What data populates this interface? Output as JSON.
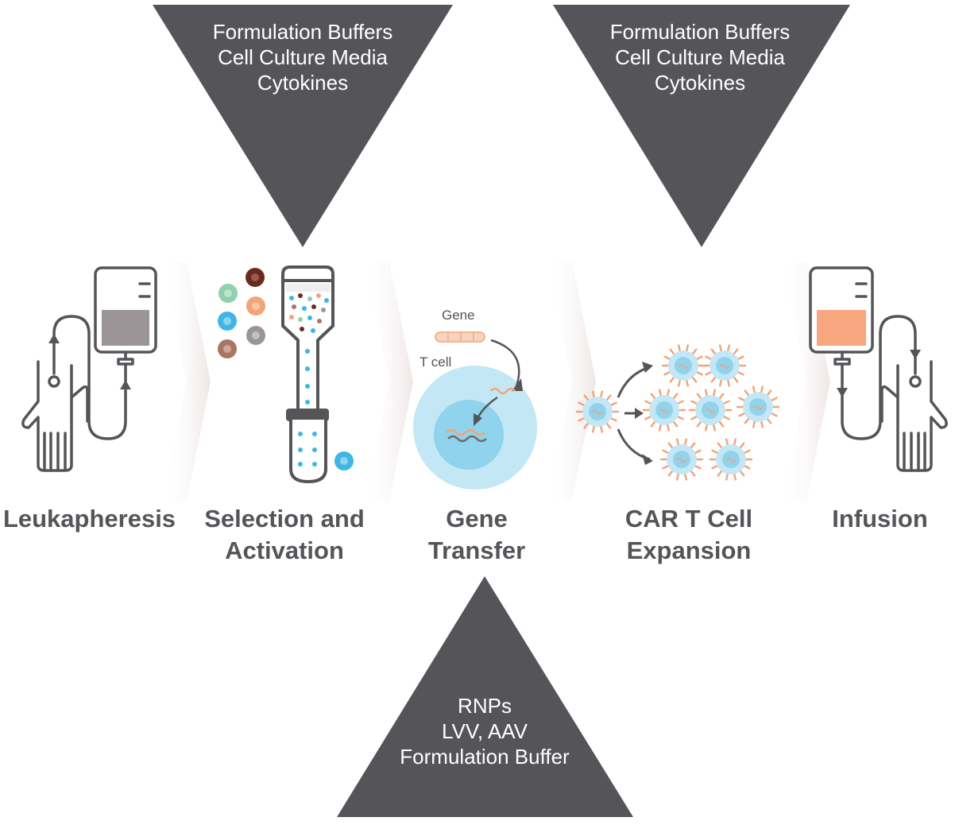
{
  "top_left_triangle": {
    "lines": [
      "Formulation Buffers",
      "Cell Culture Media",
      "Cytokines"
    ]
  },
  "top_right_triangle": {
    "lines": [
      "Formulation Buffers",
      "Cell Culture Media",
      "Cytokines"
    ]
  },
  "bottom_triangle": {
    "lines": [
      "RNPs",
      "LVV, AAV",
      "Formulation Buffer"
    ]
  },
  "steps": [
    {
      "label_lines": [
        "Leukapheresis"
      ]
    },
    {
      "label_lines": [
        "Selection and",
        "Activation"
      ]
    },
    {
      "label_lines": [
        "Gene",
        "Transfer"
      ]
    },
    {
      "label_lines": [
        "CAR T Cell",
        "Expansion"
      ]
    },
    {
      "label_lines": [
        "Infusion"
      ]
    }
  ],
  "gene_transfer": {
    "gene_label": "Gene",
    "t_cell_label": "T cell"
  },
  "colors": {
    "triangle": "#555559",
    "icon_stroke": "#555559",
    "bag_gray": "#9b9598",
    "bag_orange": "#f7a67f",
    "cell_light": "#c3e7f4",
    "cell_mid": "#8fd3ec",
    "cell_blue": "#3fb6e3",
    "spike_orange": "#f3a479",
    "chevron": "#f2ecec"
  }
}
